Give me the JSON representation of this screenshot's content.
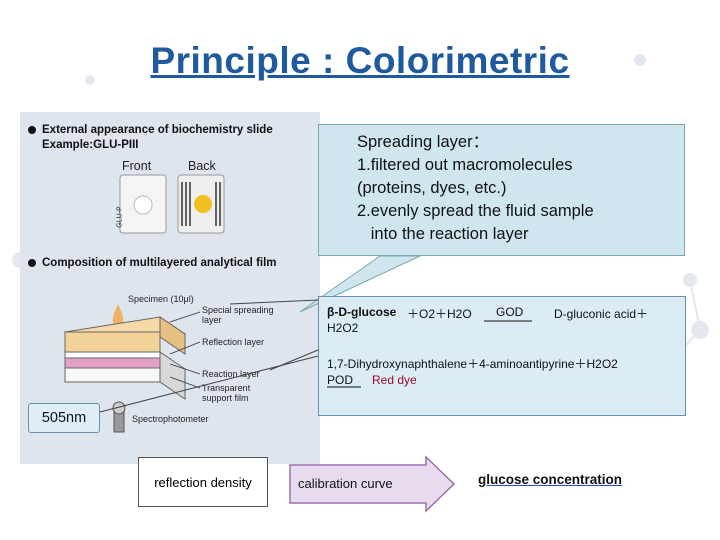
{
  "title": "Principle : Colorimetric",
  "slide_image": {
    "heading1": "External appearance of biochemistry slide",
    "heading1_example": "Example:GLU-PIII",
    "front_label": "Front",
    "back_label": "Back",
    "slide_text": "GLU-P",
    "heading2": "Composition of multilayered analytical film",
    "specimen_label": "Specimen (10μl)",
    "layer_labels": [
      "Special spreading layer",
      "Reflection layer",
      "Reaction layer",
      "Transparent support film"
    ],
    "spectrophotometer_label": "Spectrophotometer"
  },
  "callout": {
    "lines": [
      "Spreading layer：",
      "1.filtered out macromolecules",
      "(proteins, dyes, etc.)",
      "2.evenly spread the fluid sample",
      "   into the reaction layer"
    ]
  },
  "reactions": {
    "line1_bold": "β-D-glucose",
    "line1_rest": "＋O2＋H2O",
    "line1_enzyme": "GOD",
    "line1_product": "D-gluconic acid＋",
    "line1_cont": "H2O2",
    "line2": "1,7-Dihydroxynaphthalene＋4-aminoantipyrine＋H2O2",
    "line2_enzyme": "POD",
    "line2_product": "Red dye"
  },
  "wavelength_badge": "505nm",
  "flow": {
    "step1": "reflection density",
    "step2": "calibration curve",
    "step3": "glucose concentration"
  },
  "colors": {
    "title": "#1f5a9e",
    "panel_bg": "#dfe5ec",
    "callout_bg": "#cfe6ee",
    "arrow_bg": "#e7dcee",
    "arrow_border": "#9c6fb0"
  }
}
